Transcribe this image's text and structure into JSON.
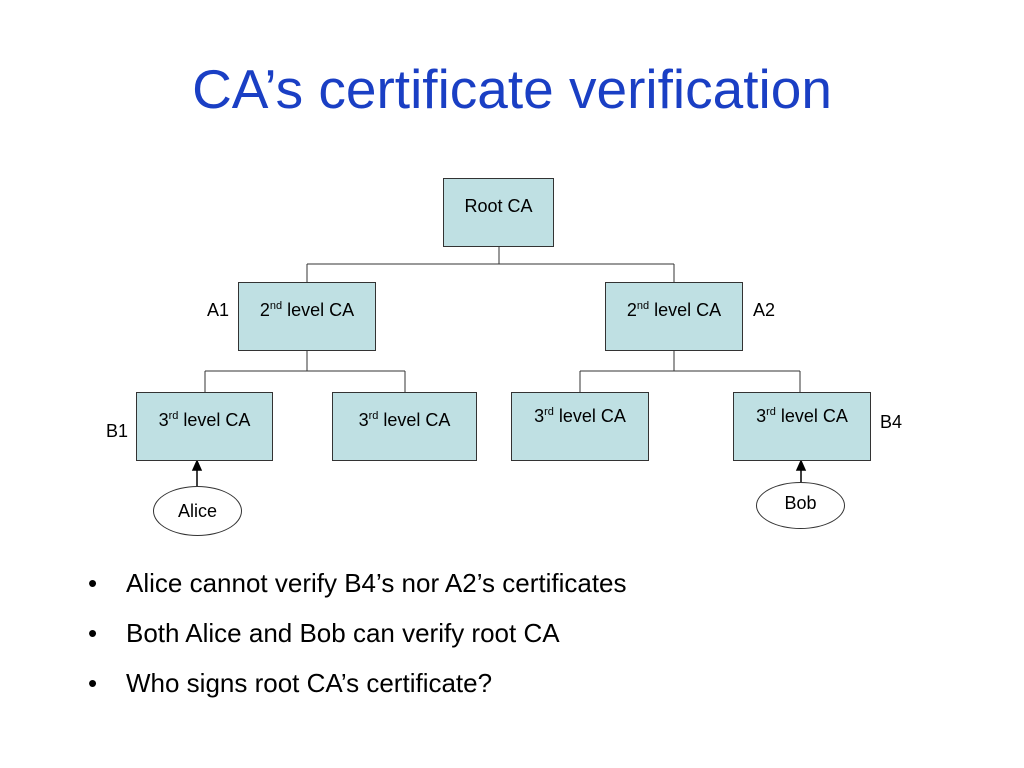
{
  "title": "CA’s certificate verification",
  "nodes": {
    "root": {
      "text": "Root CA"
    },
    "a1": {
      "prefix": "2",
      "sup": "nd",
      "suffix": " level CA",
      "tag": "A1"
    },
    "a2": {
      "prefix": "2",
      "sup": "nd",
      "suffix": " level CA",
      "tag": "A2"
    },
    "b1": {
      "prefix": "3",
      "sup": "rd",
      "suffix": " level CA",
      "tag": "B1"
    },
    "b2": {
      "prefix": "3",
      "sup": "rd",
      "suffix": " level CA"
    },
    "b3": {
      "prefix": "3",
      "sup": "rd",
      "suffix": " level CA"
    },
    "b4": {
      "prefix": "3",
      "sup": "rd",
      "suffix": " level CA",
      "tag": "B4"
    },
    "alice": {
      "text": "Alice"
    },
    "bob": {
      "text": "Bob"
    }
  },
  "bullets": [
    "Alice cannot verify B4’s nor A2’s certificates",
    "Both Alice and Bob can verify root CA",
    "Who signs root CA’s certificate?"
  ],
  "bullet_symbol": "•",
  "colors": {
    "title": "#1a3fc4",
    "box_fill": "#bfe0e3"
  }
}
